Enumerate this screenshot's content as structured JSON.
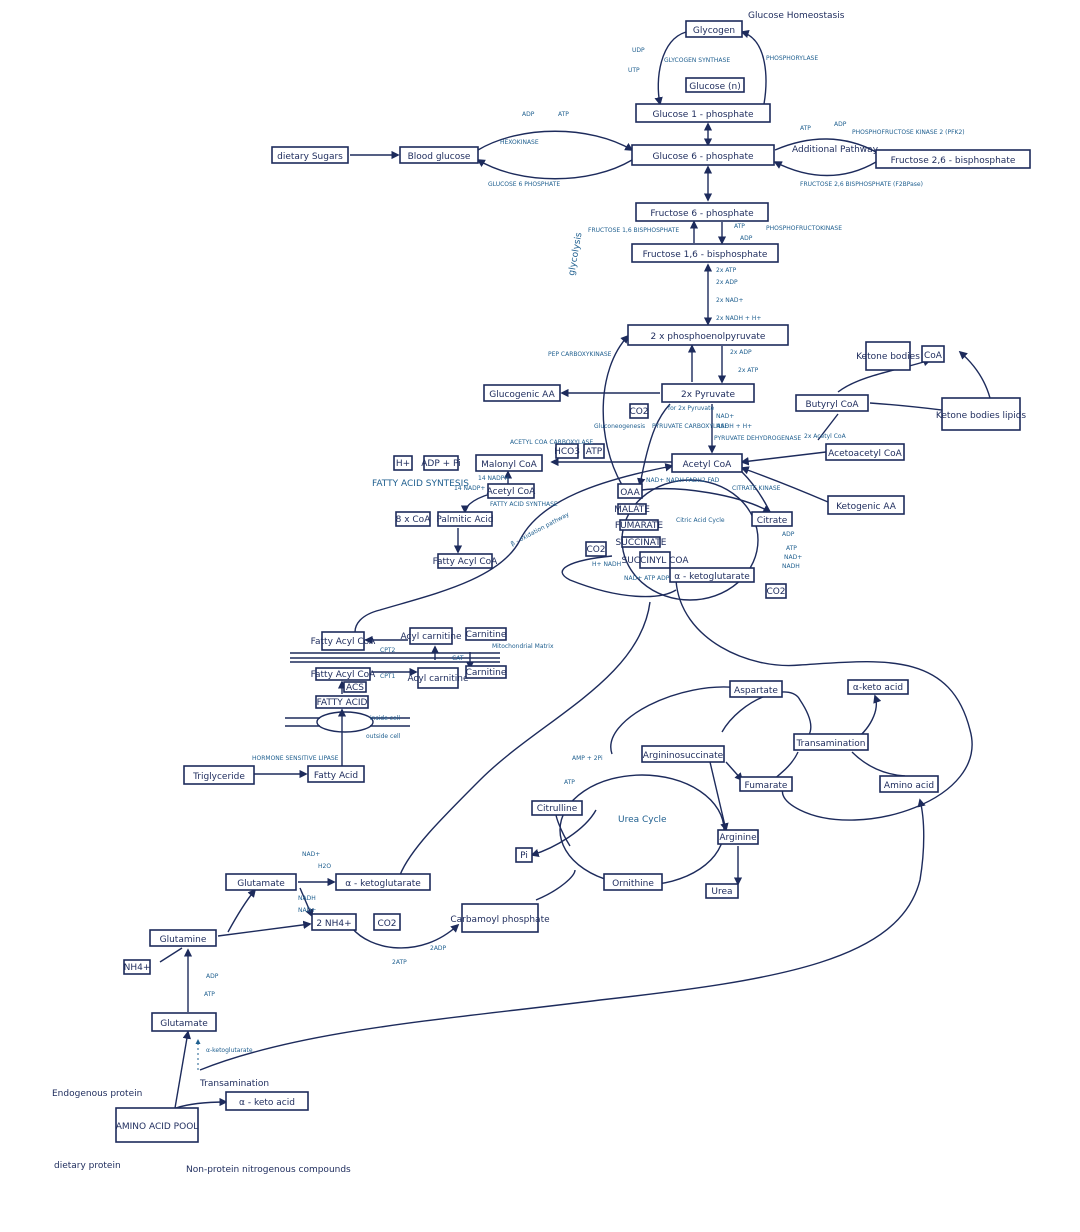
{
  "header": {
    "homeostasis": "Glucose Homeostasis"
  },
  "nodes": {
    "glycogen": "Glycogen",
    "glucose_n": "Glucose (n)",
    "glucose_1_phosphate": "Glucose 1 - phosphate",
    "glucose_6_phosphate": "Glucose 6 - phosphate",
    "dietary_sugars": "dietary Sugars",
    "blood_glucose": "Blood glucose",
    "fructose_2_6": "Fructose 2,6 - bisphosphate",
    "fructose_6_phosphate": "Fructose 6 - phosphate",
    "fructose_1_6": "Fructose 1,6 - bisphosphate",
    "pep": "2 x phosphoenolpyruvate",
    "pyruvate": "2x Pyruvate",
    "glucogenic_aa": "Glucogenic AA",
    "ketone_bodies": "Ketone bodies",
    "coa_top": "CoA",
    "butyrate_coa": "Butyryl CoA",
    "ketone_lipids": "Ketone bodies lipids",
    "acetyl_coa": "Acetyl CoA",
    "acetoacetyl_coa": "Acetoacetyl CoA",
    "ketogenic_aa": "Ketogenic AA",
    "citrate": "Citrate",
    "oaa": "OAA",
    "malate": "MALATE",
    "fumarate_tca": "FUMARATE",
    "succinate": "SUCCINATE",
    "succinyl_coa": "SUCCINYL COA",
    "alpha_kg_tca": "α - ketoglutarate",
    "co2_a": "CO2",
    "co2_b": "CO2",
    "co2_c": "CO2",
    "hco3": "HCO3",
    "atp_box": "ATP",
    "h_plus": "H+",
    "adp_pi": "ADP + Pi",
    "malonyl_coa": "Malonyl CoA",
    "acetyl_coa_small": "Acetyl CoA",
    "bcoa": "8 x CoA",
    "palmitic_acid": "Palmitic Acid",
    "fatty_acyl_coa": "Fatty Acyl CoA",
    "fatty_acyl_coa_matrix": "Fatty Acyl CoA",
    "acyl_carnitine_top": "Acyl carnitine",
    "carnitine_top": "Carnitine",
    "fatty_acyl_coa_cyto": "Fatty Acyl CoA",
    "acyl_carnitine_bottom": "Acyl carnitine",
    "carnitine_bottom": "Carnitine",
    "acs": "ACS",
    "fatty_acid_top": "FATTY ACID",
    "triglyceride": "Triglyceride",
    "fatty_acid": "Fatty Acid",
    "aspartate": "Aspartate",
    "alpha_keto_acid_right": "α-keto acid",
    "transamination_right": "Transamination",
    "argininosuccinate": "Argininosuccinate",
    "fumarate_urea": "Fumarate",
    "amino_acid": "Amino acid",
    "citrulline": "Citrulline",
    "arginine": "Arginine",
    "pi": "Pi",
    "ornithine": "Ornithine",
    "urea": "Urea",
    "glutamate_mid": "Glutamate",
    "alpha_kg_mid": "α - ketoglutarate",
    "nh4_2": "2 NH4+",
    "co2_d": "CO2",
    "carbamoyl": "Carbamoyl phosphate",
    "glutamine": "Glutamine",
    "nh4_small": "NH4+",
    "glutamate_low": "Glutamate",
    "alpha_keto_acid_low": "α - keto acid",
    "amino_acid_pool": "AMINO ACID POOL"
  },
  "labels": {
    "udp": "UDP",
    "utp": "UTP",
    "glycogen_synthase": "GLYCOGEN SYNTHASE",
    "phosphorylase": "PHOSPHORYLASE",
    "adp1": "ADP",
    "atp1": "ATP",
    "hexokinase": "HEXOKINASE",
    "glucose6phosphate_enz": "GLUCOSE 6 PHOSPHATE",
    "atp2": "ATP",
    "adp2": "ADP",
    "pfk2": "PHOSPHOFRUCTOSE KINASE 2 (PFK2)",
    "additional_pathway": "Additional Pathway",
    "fbp2": "FRUCTOSE 2,6 BISPHOSPHATE (F2BPase)",
    "glycolysis": "glycolysis",
    "fbp1": "FRUCTOSE 1,6 BISPHOSPHATE",
    "atp3": "ATP",
    "adp3": "ADP",
    "pfk": "PHOSPHOFRUCTOKINASE",
    "atp4": "2x ATP",
    "adp4": "2x ADP",
    "nad1": "2x NAD+",
    "nadh1": "2x NADH + H+",
    "pep_ck": "PEP CARBOXYKINASE",
    "adp5": "2x ADP",
    "atp5": "2x ATP",
    "for_pyruvate": "for 2x Pyruvate",
    "gluconeogenesis": "Gluconeogenesis",
    "pyruvate_carboxylase": "PYRUVATE CARBOXYLASE",
    "nad2": "NAD+",
    "nadh2": "NADH + H+",
    "pdh": "PYRUVATE DEHYDROGENASE",
    "two_acetyl": "2x Acetyl CoA",
    "acc": "ACETYL COA CARBOXYLASE",
    "fatty_acid_synthesis": "FATTY ACID SYNTESIS",
    "nadph": "14 NADPH",
    "nadp": "14 NADP+",
    "fas": "FATTY ACID SYNTHASE",
    "beta_ox": "β - oxidation pathway",
    "citrate_kinase": "CITRATE KINASE",
    "nad_tca": "NAD+ NADH FADH2 FAD",
    "tca": "Citric Acid Cycle",
    "h_nadh": "H+ NADH",
    "gtp": "NAD+ ATP ADP",
    "adp6": "ADP",
    "atp6": "ATP",
    "nad3": "NAD+",
    "nadh3": "NADH",
    "cpt1": "CPT1",
    "cpt2": "CPT2",
    "cat": "CAT",
    "mito": "Mitochondrial Matrix",
    "inside": "inside cell",
    "outside": "outside cell",
    "hsl": "HORMONE SENSITIVE LIPASE",
    "amp": "AMP + 2Pi",
    "atp7": "ATP",
    "urea_cycle": "Urea Cycle",
    "nad4": "NAD+",
    "h2o": "H2O",
    "nadh4": "NADH",
    "nadp4": "NAD+",
    "atp8": "2ATP",
    "adp8": "2ADP",
    "adp9": "ADP",
    "atp9": "ATP",
    "akg_small": "α-ketoglutarate",
    "transamination_low": "Transamination",
    "endogenous": "Endogenous protein",
    "dietary": "dietary protein",
    "non_protein": "Non-protein nitrogenous compounds"
  }
}
